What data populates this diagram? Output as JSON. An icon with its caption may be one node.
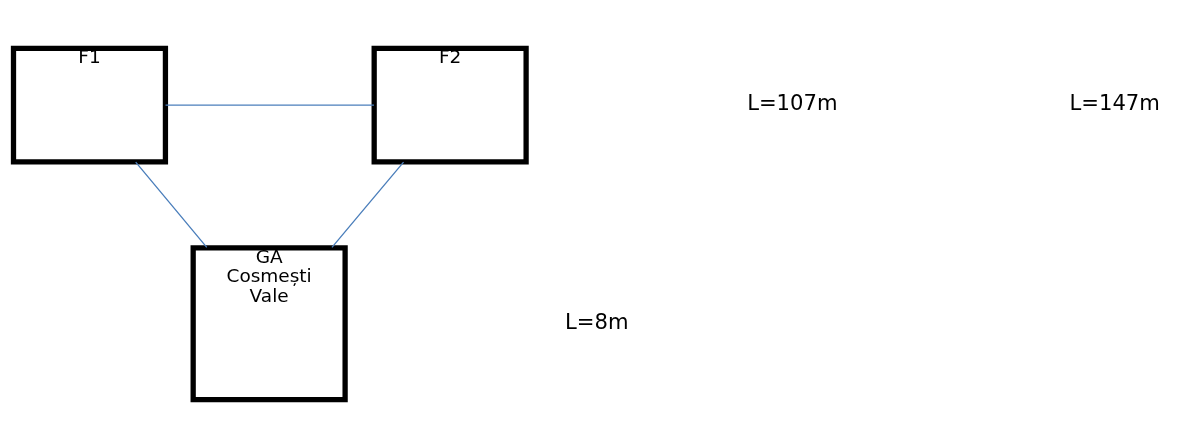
{
  "diagram": {
    "nodes": [
      {
        "text": [
          "F1"
        ]
      },
      {
        "text": [
          "F2"
        ]
      },
      {
        "text": [
          "GA Cosmești Vale"
        ]
      }
    ],
    "edges": [
      {
        "from": 0,
        "to": 1,
        "arrow": "none"
      },
      {
        "from": 2,
        "to": 0,
        "arrow": "none"
      },
      {
        "from": 2,
        "to": 1,
        "arrow": "none"
      }
    ],
    "labels": [
      "L=107m",
      "L=147m",
      "L=8m"
    ]
  }
}
